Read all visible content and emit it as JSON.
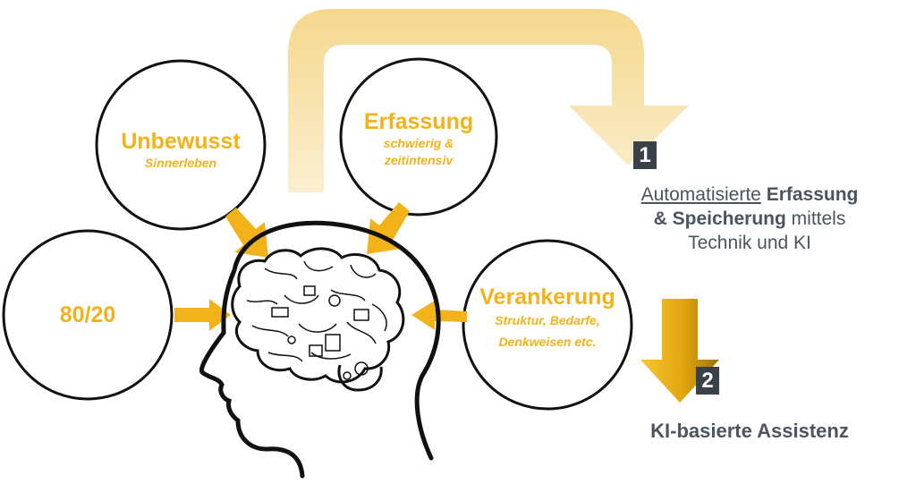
{
  "colors": {
    "accent": "#f2b31a",
    "accent_light": "#f7dfa0",
    "dark": "#3a4148",
    "text_dark": "#4a5560"
  },
  "circles": {
    "unbewusst": {
      "title": "Unbewusst",
      "subtitle": "Sinnerleben"
    },
    "erfassung": {
      "title": "Erfassung",
      "subtitle_line1": "schwierig &",
      "subtitle_line2": "zeitintensiv"
    },
    "eighty_twenty": {
      "title": "80/20"
    },
    "verankerung": {
      "title": "Verankerung",
      "subtitle_line1": "Struktur, Bedarfe,",
      "subtitle_line2": "Denkweisen etc."
    }
  },
  "steps": {
    "step1": {
      "number": "1",
      "line1_underlined": "Automatisierte",
      "line1_bold": "Erfassung",
      "line2_bold": "& Speicherung",
      "line2_rest": "mittels",
      "line3": "Technik und KI"
    },
    "step2": {
      "number": "2",
      "label": "KI-basierte Assistenz"
    }
  },
  "icons": [
    "head-silhouette-icon",
    "brain-icon",
    "arrow-icon"
  ]
}
